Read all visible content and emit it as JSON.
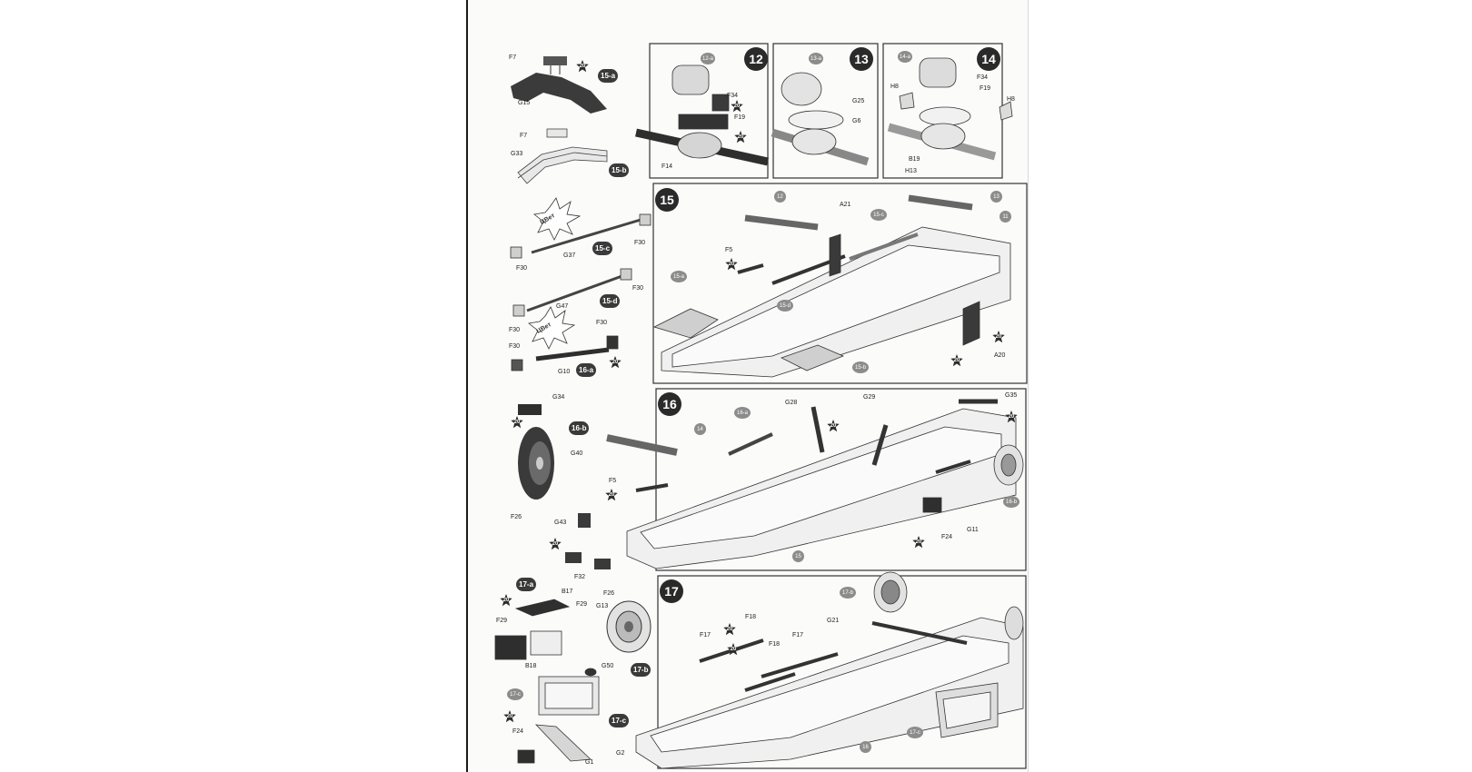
{
  "steps": {
    "s12": {
      "num": "12",
      "callouts": [
        "12-a",
        "F34",
        "F19",
        "F14"
      ],
      "glue": "20"
    },
    "s13": {
      "num": "13",
      "callouts": [
        "13-a",
        "G25",
        "G6"
      ]
    },
    "s14": {
      "num": "14",
      "callouts": [
        "14-a",
        "F34",
        "H8",
        "F19",
        "H8",
        "B19",
        "H13"
      ]
    },
    "s15": {
      "num": "15",
      "callouts": [
        "12",
        "A21",
        "15-c",
        "13",
        "11",
        "F5",
        "15-a",
        "15-d",
        "A20",
        "15-b"
      ]
    },
    "s16": {
      "num": "16",
      "callouts": [
        "16-a",
        "G28",
        "G29",
        "G35",
        "14",
        "F5",
        "F24",
        "G11",
        "16-b",
        "15"
      ]
    },
    "s17": {
      "num": "17",
      "callouts": [
        "17-b",
        "G21",
        "F17",
        "F18",
        "F18",
        "F17",
        "17-c",
        "16"
      ]
    }
  },
  "subassemblies": {
    "a15": {
      "tag": "15-a",
      "parts": [
        "F7",
        "G15"
      ]
    },
    "b15": {
      "tag": "15-b",
      "parts": [
        "F7",
        "G33"
      ]
    },
    "c15": {
      "tag": "15-c",
      "parts": [
        "G37",
        "F30",
        "F30"
      ]
    },
    "d15": {
      "tag": "15-d",
      "parts": [
        "F30",
        "G47",
        "F30"
      ]
    },
    "a16": {
      "tag": "16-a",
      "parts": [
        "F30",
        "F30",
        "G10"
      ]
    },
    "b16": {
      "tag": "16-b",
      "parts": [
        "G34",
        "G40",
        "F26"
      ]
    },
    "g43": {
      "parts": [
        "G43",
        "F32"
      ]
    },
    "a17": {
      "tag": "17-a",
      "parts": [
        "B17",
        "F29",
        "F29",
        "B18"
      ]
    },
    "b17": {
      "tag": "17-b",
      "parts": [
        "F26",
        "G13",
        "G50"
      ]
    },
    "c17": {
      "tag": "17-c",
      "parts": [
        "F24",
        "G2",
        "G1"
      ]
    }
  },
  "glue_mark": "20",
  "warning_text": "ЦВет",
  "colors": {
    "ink": "#2a2a2a",
    "paper": "#fbfbfa",
    "part_dark": "#3b3b3b",
    "part_mid": "#9a9a9a",
    "part_light": "#e6e6e6"
  }
}
